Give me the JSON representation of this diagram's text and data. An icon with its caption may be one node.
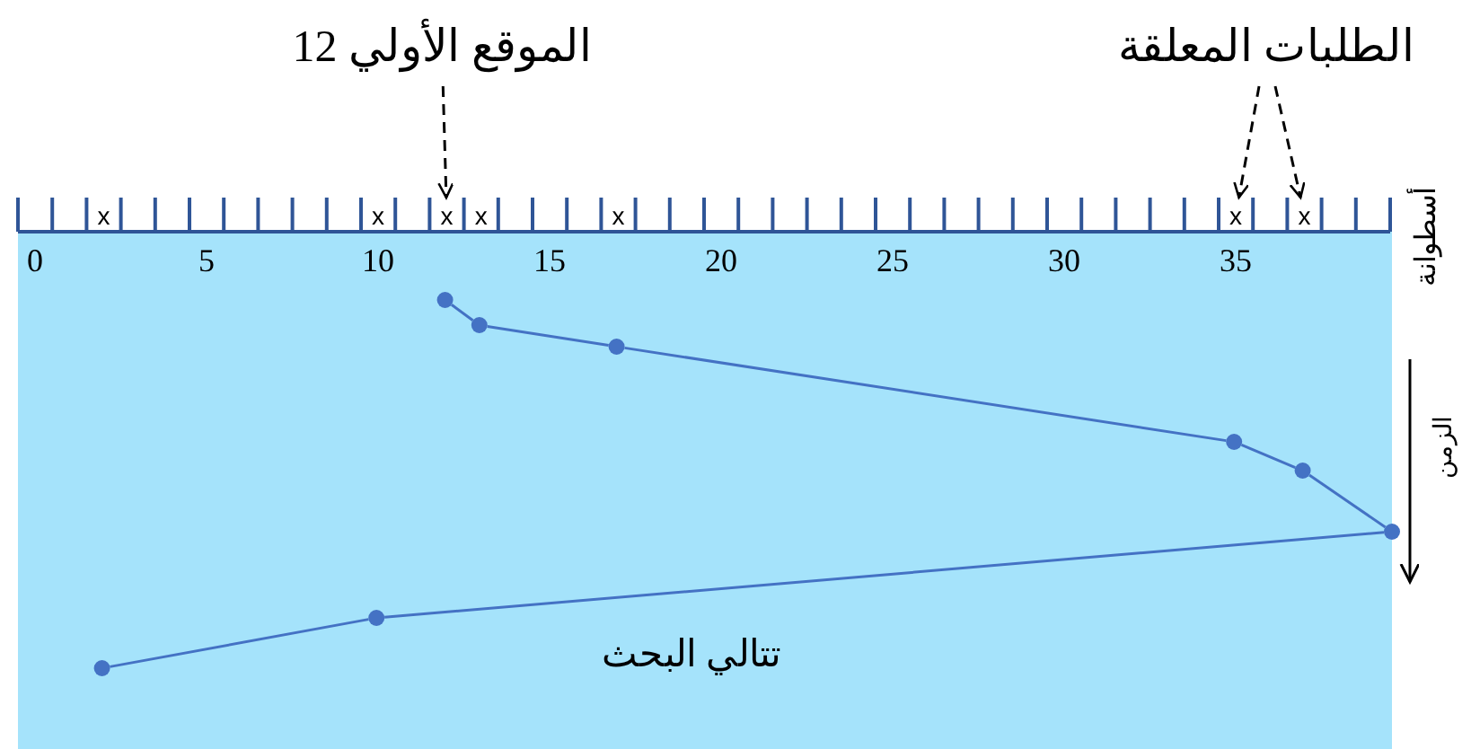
{
  "diagram": {
    "nodes": [
      {
        "text": [
          "الموقع الأولي 12"
        ]
      },
      {
        "text": [
          "الطلبات المعلقة"
        ]
      },
      {
        "text": [
          "x"
        ]
      },
      {
        "text": [
          "x"
        ]
      },
      {
        "text": [
          "x"
        ]
      },
      {
        "text": [
          "x"
        ]
      },
      {
        "text": [
          "x"
        ]
      },
      {
        "text": [
          "x"
        ]
      },
      {
        "text": [
          "x"
        ]
      },
      {
        "text": [],
        "shape": "circle"
      },
      {
        "text": [],
        "shape": "circle"
      },
      {
        "text": [],
        "shape": "circle"
      },
      {
        "text": [],
        "shape": "circle"
      },
      {
        "text": [],
        "shape": "circle"
      },
      {
        "text": [],
        "shape": "circle"
      },
      {
        "text": [],
        "shape": "circle"
      },
      {
        "text": [],
        "shape": "circle"
      }
    ],
    "edges": [
      {
        "from": 0,
        "to": 4,
        "arrow": "to",
        "style": "dashed",
        "color": "#000000"
      },
      {
        "from": 1,
        "to": 7,
        "arrow": "to",
        "style": "dashed",
        "color": "#000000"
      },
      {
        "from": 1,
        "to": 8,
        "arrow": "to",
        "style": "dashed",
        "color": "#000000"
      },
      {
        "from": 9,
        "to": 10,
        "arrow": "none"
      },
      {
        "from": 10,
        "to": 11,
        "arrow": "none"
      },
      {
        "from": 11,
        "to": 12,
        "arrow": "none"
      },
      {
        "from": 12,
        "to": 13,
        "arrow": "none"
      },
      {
        "from": 13,
        "to": 14,
        "arrow": "none"
      },
      {
        "from": 14,
        "to": 15,
        "arrow": "none"
      },
      {
        "from": 15,
        "to": 16,
        "arrow": "none"
      }
    ],
    "labels": [
      "0",
      "5",
      "10",
      "15",
      "20",
      "25",
      "30",
      "35",
      "أسطوانة",
      "الزمن",
      "تتالي البحث"
    ]
  }
}
